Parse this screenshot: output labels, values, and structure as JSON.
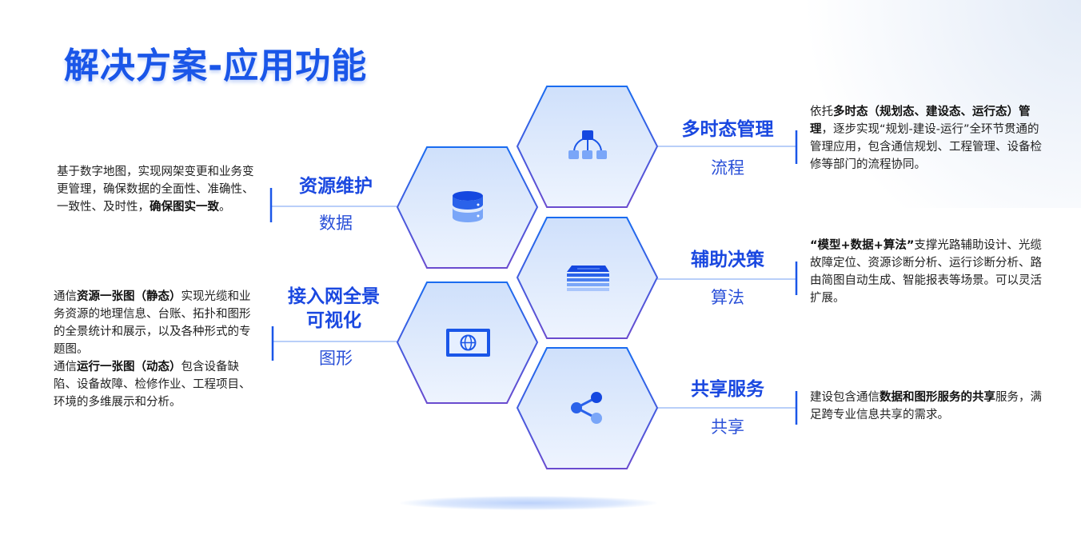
{
  "title": "解决方案-应用功能",
  "items": [
    {
      "id": "data",
      "label": "资源维护",
      "sub": "数据",
      "icon": "database-icon",
      "desc": [
        {
          "t": "基于数字地图，实现网架变更和业务变更管理，确保数据的全面性、准确性、一致性、及时性，"
        },
        {
          "t": "确保图实一致",
          "b": true
        },
        {
          "t": "。"
        }
      ]
    },
    {
      "id": "graphic",
      "label": "接入网全景可视化",
      "label_line1": "接入网全景",
      "label_line2": "可视化",
      "sub": "图形",
      "icon": "globe-monitor-icon",
      "desc": [
        {
          "t": "通信"
        },
        {
          "t": "资源一张图（静态）",
          "b": true
        },
        {
          "t": "实现光缆和业务资源的地理信息、台账、拓扑和图形的全景统计和展示，以及各种形式的专题图。"
        },
        {
          "br": true
        },
        {
          "t": "通信"
        },
        {
          "t": "运行一张图（动态）",
          "b": true
        },
        {
          "t": "包含设备缺陷、设备故障、检修作业、工程项目、环境的多维展示和分析。"
        }
      ]
    },
    {
      "id": "flow",
      "label": "多时态管理",
      "sub": "流程",
      "icon": "hierarchy-icon",
      "desc": [
        {
          "t": "依托"
        },
        {
          "t": "多时态（规划态、建设态、运行态）管理",
          "b": true
        },
        {
          "t": "，逐步实现“规划-建设-运行”全环节贯通的管理应用，包含通信规划、工程管理、设备检修等部门的流程协同。"
        }
      ]
    },
    {
      "id": "algo",
      "label": "辅助决策",
      "sub": "算法",
      "icon": "layers-icon",
      "desc": [
        {
          "t": "“模型+数据+算法”",
          "b": true
        },
        {
          "t": "支撑光路辅助设计、光缆故障定位、资源诊断分析、运行诊断分析、路由简图自动生成、智能报表等场景。可以灵活扩展。"
        }
      ]
    },
    {
      "id": "share",
      "label": "共享服务",
      "sub": "共享",
      "icon": "share-icon",
      "desc": [
        {
          "t": "建设包含通信"
        },
        {
          "t": "数据和图形服务的共享",
          "b": true
        },
        {
          "t": "服务，满足跨专业信息共享的需求。"
        }
      ]
    }
  ],
  "colors": {
    "accent": "#1a56e8",
    "hex_top": "#cfe0fb",
    "hex_bottom": "#eef4fe",
    "stroke_top": "#1a6cf0",
    "stroke_bottom": "#6a4ccf"
  }
}
